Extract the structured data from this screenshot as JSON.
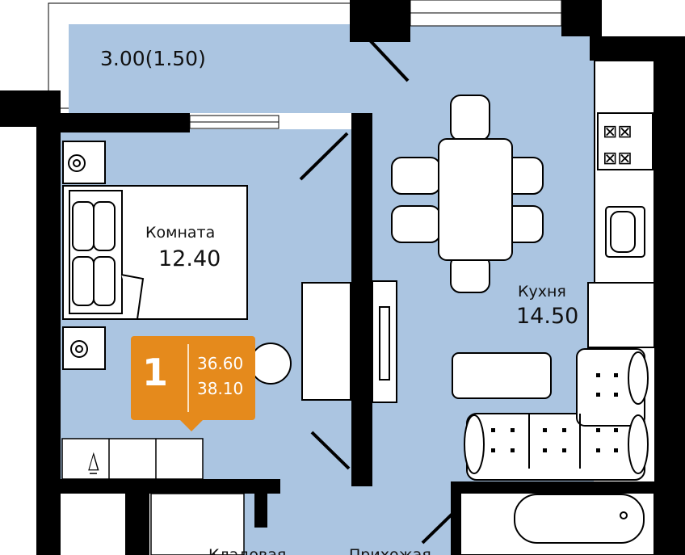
{
  "balcony": {
    "area": "3.00(1.50)"
  },
  "rooms": [
    {
      "name": "Комната",
      "area": "12.40"
    },
    {
      "name": "Кухня",
      "area": "14.50"
    },
    {
      "name": "Кладовая"
    },
    {
      "name": "Прихожая"
    }
  ],
  "badge": {
    "rooms_count": "1",
    "total_area": "36.60",
    "total_area_with_balcony": "38.10"
  },
  "colors": {
    "floor": "#abc5e1",
    "wall": "#000000",
    "badge": "#e58a1c"
  }
}
